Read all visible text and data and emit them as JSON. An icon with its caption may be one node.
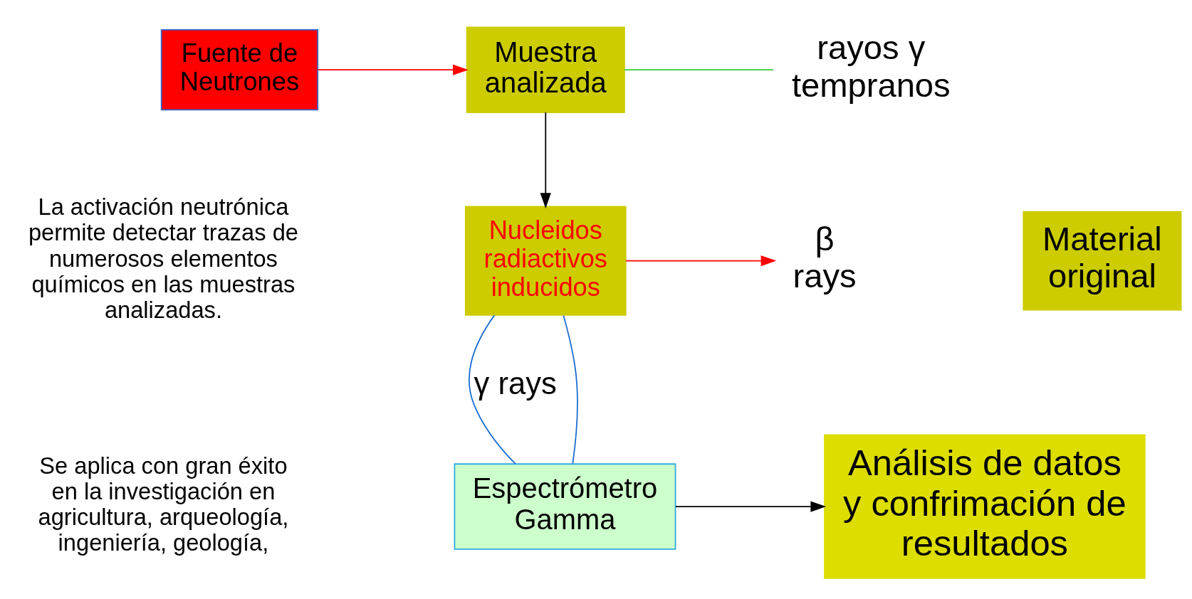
{
  "diagram": {
    "nodes": [
      {
        "text": [
          "Fuente de Neutrones"
        ]
      },
      {
        "text": [
          "Muestra analizada"
        ]
      },
      {
        "text": [
          "rayos γ tempranos"
        ]
      },
      {
        "text": [
          "Nucleidos radiactivos inducidos"
        ]
      },
      {
        "text": [
          "β rays"
        ]
      },
      {
        "text": [
          "Espectrómetro Gamma"
        ]
      },
      {
        "text": [
          "Material original"
        ]
      },
      {
        "text": [
          "Análisis de datos y confrimación de resultados"
        ]
      }
    ],
    "edges": [
      {
        "from": 0,
        "to": 1,
        "arrow": "to",
        "color": "#ff0000"
      },
      {
        "from": 1,
        "to": 2,
        "arrow": "none",
        "color": "#33cc33"
      },
      {
        "from": 1,
        "to": 3,
        "arrow": "to",
        "color": "#000000"
      },
      {
        "from": 3,
        "to": 4,
        "arrow": "to",
        "color": "#ff0000"
      },
      {
        "from": 3,
        "to": 5,
        "arrow": "none",
        "color": "#1f6fd0"
      },
      {
        "from": 3,
        "to": 5,
        "arrow": "none",
        "color": "#1f6fd0",
        "label": "γ rays"
      },
      {
        "from": 5,
        "to": 7,
        "arrow": "to",
        "color": "#000000"
      }
    ],
    "labels": [
      "La activación neutrónica permite detectar trazas de numerosos elementos químicos en las muestras analizadas.",
      "Se aplica con gran éxito en la investigación en agricultura, arqueología, ingeniería, geología,"
    ]
  }
}
